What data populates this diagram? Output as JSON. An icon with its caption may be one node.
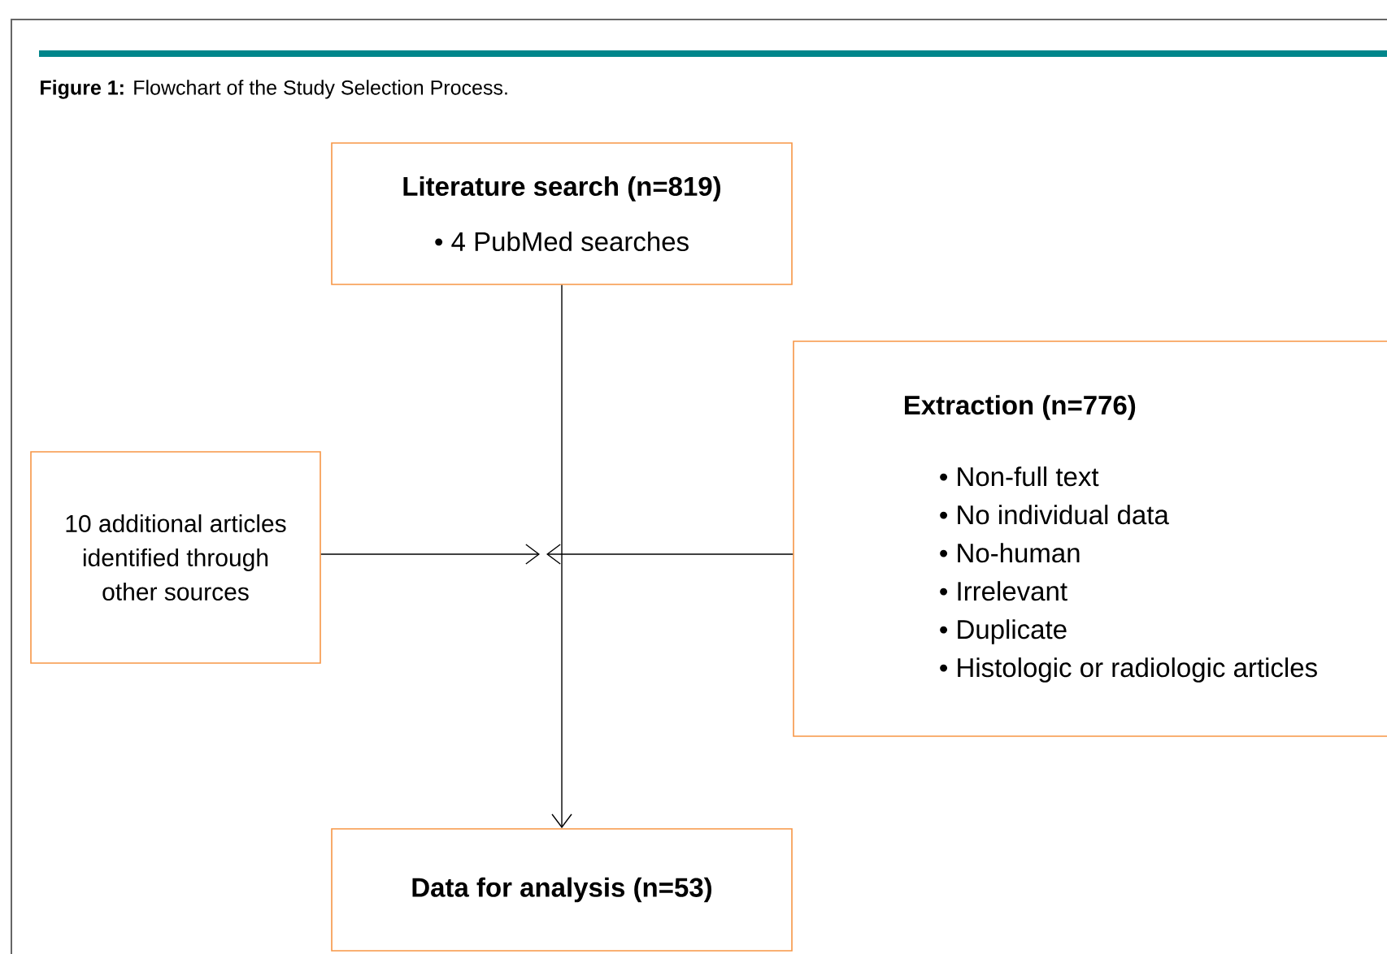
{
  "diagram": {
    "title": "**Figure 1:** Flowchart of the Study Selection Process.",
    "nodes": [
      {
        "text": [
          "Literature search (n=819)",
          "• 4 PubMed searches"
        ]
      },
      {
        "text": [
          "Extraction (n=776)",
          "• Non-full text",
          "• No individual data",
          "• No-human",
          "• Irrelevant",
          "• Duplicate",
          "• Histologic or radiologic articles"
        ]
      },
      {
        "text": [
          "10 additional articles identified through other sources"
        ]
      },
      {
        "text": [
          "Data for analysis (n=53)"
        ]
      }
    ],
    "edges": [
      {
        "from": 0,
        "to": 3,
        "arrow": "to"
      },
      {
        "from": 2,
        "to": null,
        "arrow": "to"
      },
      {
        "from": 1,
        "to": null,
        "arrow": "to"
      }
    ]
  }
}
